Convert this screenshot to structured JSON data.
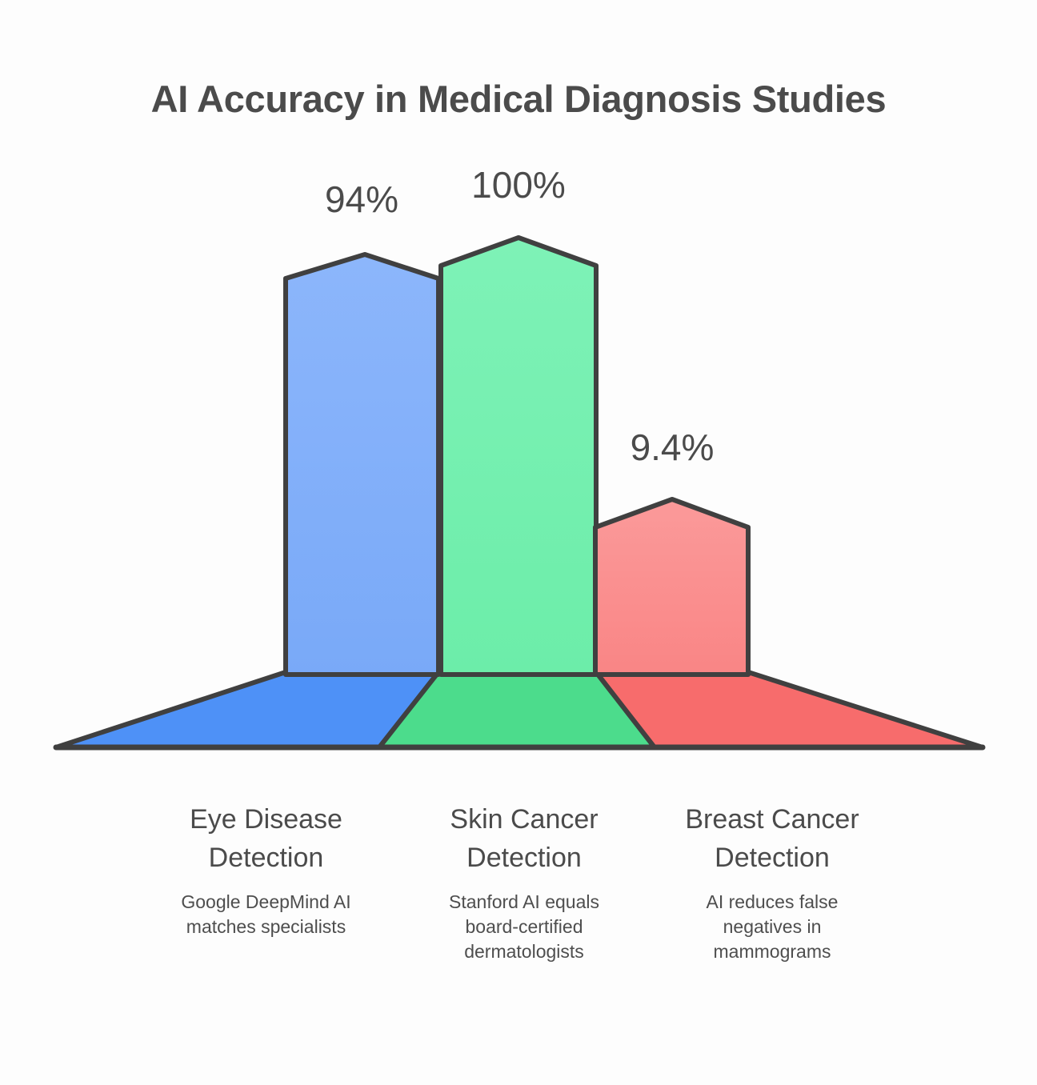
{
  "chart_data": {
    "type": "bar",
    "title": "AI Accuracy in Medical Diagnosis Studies",
    "xlabel": "",
    "ylabel": "",
    "ylim": [
      0,
      100
    ],
    "grid": false,
    "legend": "none",
    "categories": [
      "Eye Disease Detection",
      "Skin Cancer Detection",
      "Breast Cancer Detection"
    ],
    "values": [
      94,
      100,
      9.4
    ],
    "value_labels": [
      "94%",
      "100%",
      "9.4%"
    ],
    "annotations": [
      "Google DeepMind AI matches specialists",
      "Stanford AI equals board-certified dermatologists",
      "AI reduces false negatives in mammograms"
    ],
    "series": [
      {
        "name": "AI Accuracy",
        "values": [
          94,
          100,
          9.4
        ]
      }
    ],
    "colors": {
      "bar_fill": [
        "#80aefa",
        "#75efb0",
        "#fa8f8f"
      ],
      "base_fill": [
        "#4e91f7",
        "#4cdc8c",
        "#f76c6c"
      ],
      "outline": "#404040",
      "text": "#4b4b4b",
      "background": "#fdfdfd"
    }
  },
  "title": {
    "text": "AI Accuracy in Medical Diagnosis Studies"
  },
  "bars": [
    {
      "value_label": "94%",
      "name": "Eye Disease Detection",
      "description": "Google DeepMind AI matches specialists"
    },
    {
      "value_label": "100%",
      "name": "Skin Cancer Detection",
      "description": "Stanford AI equals board-certified dermatologists"
    },
    {
      "value_label": "9.4%",
      "name": "Breast Cancer Detection",
      "description": "AI reduces false negatives in mammograms"
    }
  ],
  "category_lines": [
    {
      "line1": "Eye Disease",
      "line2": "Detection"
    },
    {
      "line1": "Skin Cancer",
      "line2": "Detection"
    },
    {
      "line1": "Breast Cancer",
      "line2": "Detection"
    }
  ],
  "description_lines": [
    {
      "l1": "Google DeepMind AI",
      "l2": "matches specialists",
      "l3": ""
    },
    {
      "l1": "Stanford AI equals",
      "l2": "board-certified",
      "l3": "dermatologists"
    },
    {
      "l1": "AI reduces false",
      "l2": "negatives in",
      "l3": "mammograms"
    }
  ]
}
